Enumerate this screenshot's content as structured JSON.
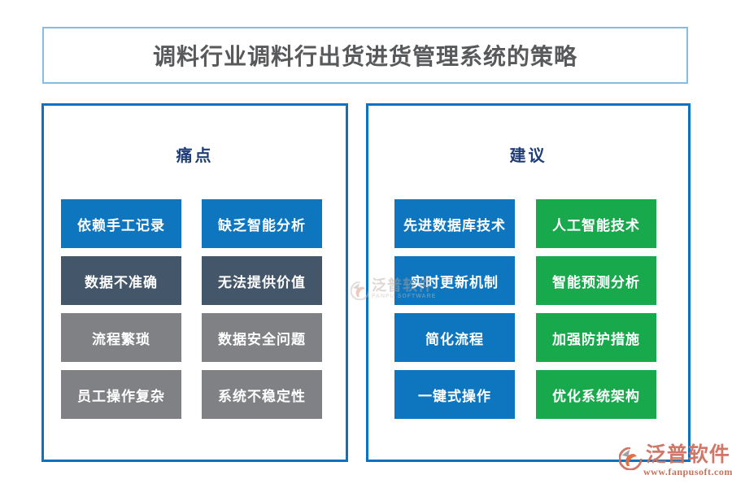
{
  "title": {
    "text": "调料行业调料行出货进货管理系统的策略"
  },
  "colors": {
    "blue": "#0e76bf",
    "slate": "#44566a",
    "gray": "#7f8184",
    "green": "#17a94c",
    "panel_border": "#0a72c2",
    "title_border": "#85bde4",
    "header_text": "#203d78",
    "title_text": "#58595b",
    "watermark_text": "#cd7060"
  },
  "panels": [
    {
      "header": "痛点",
      "items": [
        {
          "label": "依赖手工记录",
          "bg": "#0e76bf"
        },
        {
          "label": "缺乏智能分析",
          "bg": "#0e76bf"
        },
        {
          "label": "数据不准确",
          "bg": "#44566a"
        },
        {
          "label": "无法提供价值",
          "bg": "#44566a"
        },
        {
          "label": "流程繁琐",
          "bg": "#7f8184"
        },
        {
          "label": "数据安全问题",
          "bg": "#7f8184"
        },
        {
          "label": "员工操作复杂",
          "bg": "#7f8184"
        },
        {
          "label": "系统不稳定性",
          "bg": "#7f8184"
        }
      ]
    },
    {
      "header": "建议",
      "items": [
        {
          "label": "先进数据库技术",
          "bg": "#0e76bf"
        },
        {
          "label": "人工智能技术",
          "bg": "#17a94c"
        },
        {
          "label": "实时更新机制",
          "bg": "#0e76bf"
        },
        {
          "label": "智能预测分析",
          "bg": "#17a94c"
        },
        {
          "label": "简化流程",
          "bg": "#0e76bf"
        },
        {
          "label": "加强防护措施",
          "bg": "#17a94c"
        },
        {
          "label": "一键式操作",
          "bg": "#0e76bf"
        },
        {
          "label": "优化系统架构",
          "bg": "#17a94c"
        }
      ]
    }
  ],
  "watermark": {
    "brand": "泛普软件",
    "brand_en": "FANPU SOFTWARE",
    "url": "www.fanpusoft.com"
  }
}
